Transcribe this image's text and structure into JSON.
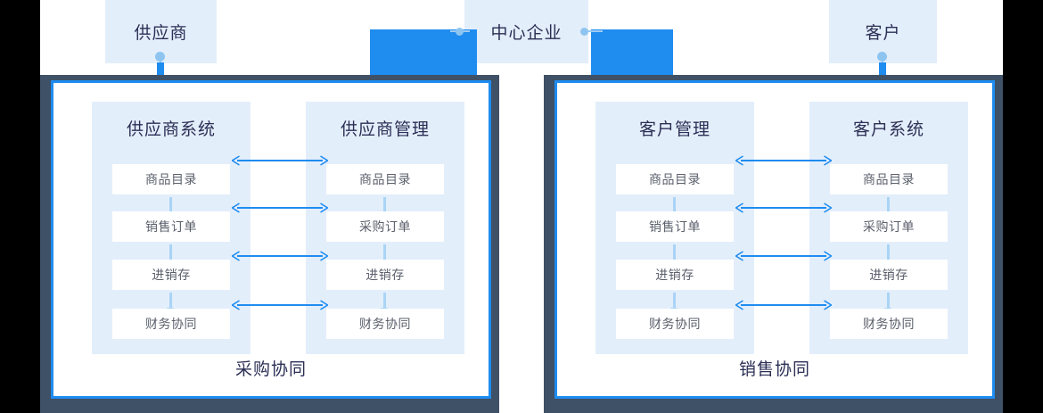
{
  "colors": {
    "accent_blue": "#1f8cf0",
    "chip_bg": "#e3eefb",
    "panel_border_dark": "#3f5166",
    "arrow_light": "#a9d4f5",
    "text_dark": "#2b2f55",
    "text_cell": "#5a5f6b",
    "page_bg": "#000000",
    "canvas_bg": "#ffffff"
  },
  "actors": {
    "supplier": "供应商",
    "center_enterprise": "中心企业",
    "customer": "客户"
  },
  "panels": [
    {
      "id": "procurement",
      "label": "采购协同",
      "columns": [
        {
          "id": "supplier-system",
          "title": "供应商系统",
          "items": [
            "商品目录",
            "销售订单",
            "进销存",
            "财务协同"
          ]
        },
        {
          "id": "supplier-management",
          "title": "供应商管理",
          "items": [
            "商品目录",
            "采购订单",
            "进销存",
            "财务协同"
          ]
        }
      ]
    },
    {
      "id": "sales",
      "label": "销售协同",
      "columns": [
        {
          "id": "customer-management",
          "title": "客户管理",
          "items": [
            "商品目录",
            "销售订单",
            "进销存",
            "财务协同"
          ]
        },
        {
          "id": "customer-system",
          "title": "客户系统",
          "items": [
            "商品目录",
            "采购订单",
            "进销存",
            "财务协同"
          ]
        }
      ]
    }
  ]
}
